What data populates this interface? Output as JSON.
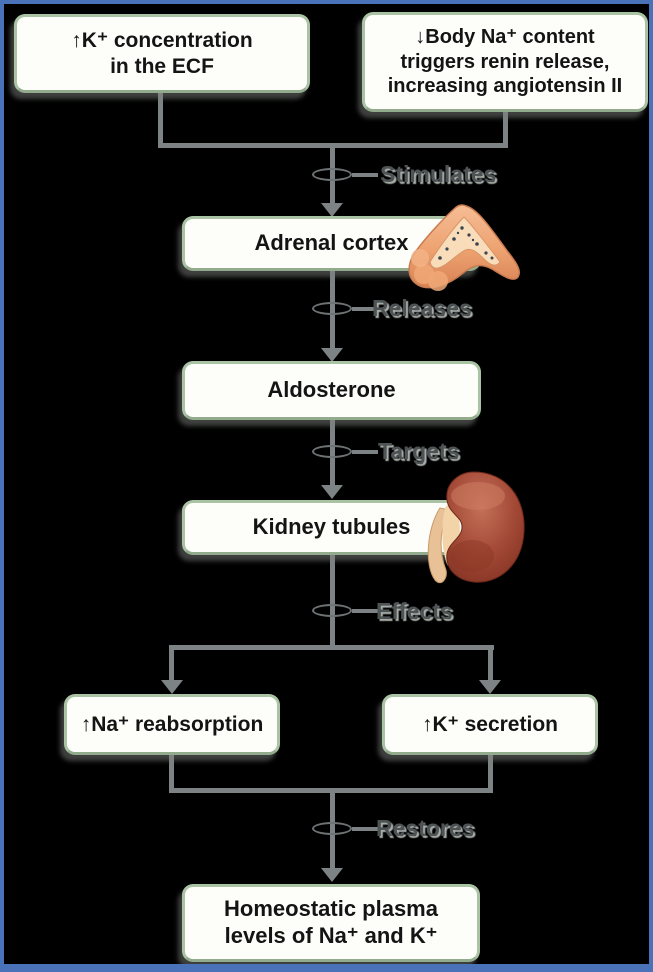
{
  "frame": {
    "background": "#000000",
    "border_color": "#4a72b8"
  },
  "colors": {
    "box_fill": "#fdfdfa",
    "box_border": "#a9c3a4",
    "connector": "#7d8284",
    "edge_label_text": "#4e5355",
    "adrenal_gland_main": "#eda270",
    "kidney_main": "#9e4434"
  },
  "nodes": [
    {
      "id": "k-ecf",
      "lines": [
        "↑K⁺ concentration",
        "in the ECF"
      ]
    },
    {
      "id": "na-renin",
      "lines": [
        "↓Body Na⁺ content",
        "triggers renin release,",
        "increasing angiotensin II"
      ]
    },
    {
      "id": "adrenal-cortex",
      "lines": [
        "Adrenal cortex"
      ]
    },
    {
      "id": "aldosterone",
      "lines": [
        "Aldosterone"
      ]
    },
    {
      "id": "kidney-tubules",
      "lines": [
        "Kidney tubules"
      ]
    },
    {
      "id": "na-reabsorption",
      "lines": [
        "↑Na⁺ reabsorption"
      ]
    },
    {
      "id": "k-secretion",
      "lines": [
        "↑K⁺ secretion"
      ]
    },
    {
      "id": "homeostatic-plasma",
      "lines": [
        "Homeostatic plasma",
        "levels of Na⁺ and K⁺"
      ]
    }
  ],
  "edge_labels": {
    "stimulates": "Stimulates",
    "releases": "Releases",
    "targets": "Targets",
    "effects": "Effects",
    "restores": "Restores"
  },
  "illustrations": {
    "adrenal_gland": "adrenal-gland-illustration",
    "kidney": "kidney-illustration"
  }
}
